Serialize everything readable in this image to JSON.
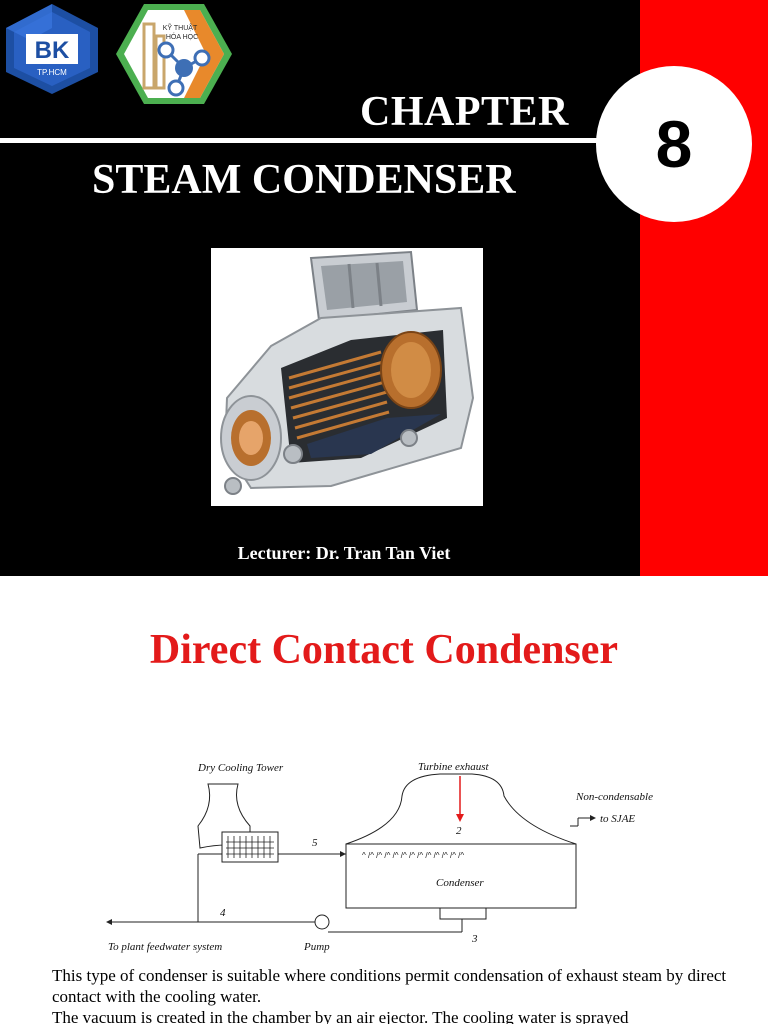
{
  "slide1": {
    "logo_left_text": "BK",
    "logo_left_sub": "TP.HCM",
    "logo_right_line1": "KỸ THUẬT",
    "logo_right_line2": "HÓA HỌC",
    "chapter_label": "CHAPTER",
    "chapter_number": "8",
    "title": "STEAM CONDENSER",
    "lecturer": "Lecturer: Dr. Tran Tan Viet"
  },
  "slide2": {
    "title": "Direct Contact Condenser",
    "diagram": {
      "dry_cooling_tower": "Dry Cooling Tower",
      "turbine_exhaust": "Turbine exhaust",
      "non_condensable": "Non-condensable",
      "to_sjae": "to SJAE",
      "condenser": "Condenser",
      "pump": "Pump",
      "to_plant": "To plant feedwater system",
      "n2": "2",
      "n3": "3",
      "n4": "4",
      "n5": "5"
    },
    "paragraph1": "This type of condenser is suitable where conditions permit condensation of exhaust steam by direct contact with the cooling water.",
    "paragraph2": " The vacuum is created in the chamber by an air ejector. The cooling water is sprayed"
  },
  "colors": {
    "red_band": "#ff0000",
    "title_red": "#e31a1a",
    "bk_blue": "#1d4fa3",
    "kt_green": "#4caf50",
    "kt_orange": "#e8892b"
  }
}
